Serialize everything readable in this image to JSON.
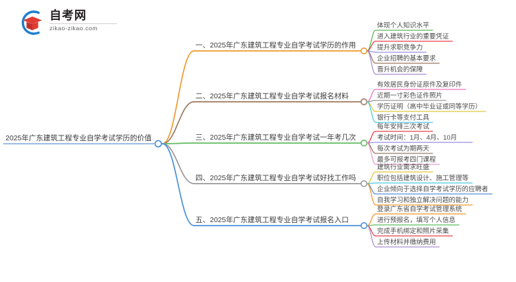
{
  "logo": {
    "name": "zikao-logo",
    "title": "自考网",
    "subtitle": "zikao-zikao.com",
    "arc_color": "#1f7fd0",
    "cap_color": "#e03c31"
  },
  "mindmap": {
    "root": {
      "label": "2025年广东建筑工程专业自学考试学历的价值",
      "node_color": "#4a90d9"
    },
    "branches": [
      {
        "index": "1",
        "label": "一、2025年广东建筑工程专业自学考试学历的作用",
        "trunk_color": "#f0992e",
        "node_color": "#f0992e",
        "children": [
          {
            "label": "体现个人知识水平",
            "color": "#5cb85c"
          },
          {
            "label": "进入建筑行业的重要凭证",
            "color": "#e8454a"
          },
          {
            "label": "提升求职竞争力",
            "color": "#9b8fe0"
          },
          {
            "label": "企业招聘的基本要求",
            "color": "#9c7b63"
          },
          {
            "label": "晋升机会的保障",
            "color": "#a98fd0"
          }
        ]
      },
      {
        "index": "2",
        "label": "二、2025年广东建筑工程专业自学考试报名材料",
        "trunk_color": "#9c7b63",
        "node_color": "#9c7b63",
        "children": [
          {
            "label": "有效居民身份证原件及复印件",
            "color": "#e878c0"
          },
          {
            "label": "近期一寸彩色证件照片",
            "color": "#9a9a9a"
          },
          {
            "label": "学历证明（高中毕业证或同等学历）",
            "color": "#e0c83c"
          },
          {
            "label": "银行卡等支付工具",
            "color": "#4ec8e0"
          }
        ]
      },
      {
        "index": "3",
        "label": "三、2025年广东建筑工程专业自学考试一年考几次",
        "trunk_color": "#62bc62",
        "node_color": "#62bc62",
        "children": [
          {
            "label": "每年安排三次考试",
            "color": "#e8454a"
          },
          {
            "label": "考试时间：1月、4月、10月",
            "color": "#9b8fe0"
          },
          {
            "label": "每次考试为期两天",
            "color": "#9c7b63"
          },
          {
            "label": "最多可报考四门课程",
            "color": "#e89ecd"
          }
        ]
      },
      {
        "index": "4",
        "label": "四、2025年广东建筑工程专业自学考试好找工作吗",
        "trunk_color": "#9a9a9a",
        "node_color": "#9a9a9a",
        "children": [
          {
            "label": "建筑行业需求旺盛",
            "color": "#e0c83c"
          },
          {
            "label": "职位包括建筑设计、施工管理等",
            "color": "#4ec8e0"
          },
          {
            "label": "企业倾向于选择自学考试学历的应聘者",
            "color": "#5b8fd6"
          },
          {
            "label": "自我学习和独立解决问题的能力",
            "color": "#f0992e"
          }
        ]
      },
      {
        "index": "5",
        "label": "五、2025年广东建筑工程专业自学考试报名入口",
        "trunk_color": "#4a90d9",
        "node_color": "#4a90d9",
        "children": [
          {
            "label": "登录广东省自学考试管理系统",
            "color": "#f0992e"
          },
          {
            "label": "进行预报名，填写个人信息",
            "color": "#62bc62"
          },
          {
            "label": "完成手机绑定和照片采集",
            "color": "#e8454a"
          },
          {
            "label": "上传材料并缴纳费用",
            "color": "#a98fd0"
          }
        ]
      }
    ]
  }
}
